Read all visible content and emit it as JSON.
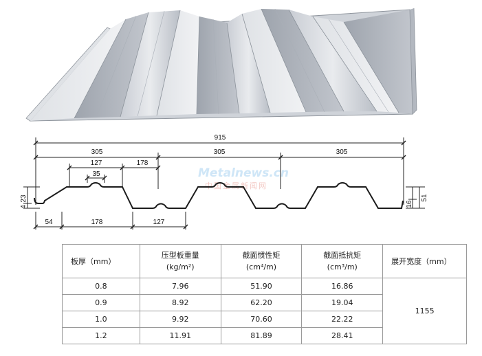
{
  "watermark": {
    "brand": "Metalnews.cn",
    "subtitle": "中国金属新闻网"
  },
  "dimensions": {
    "overall": "915",
    "pitch": [
      "305",
      "305",
      "305"
    ],
    "rib_top": "127",
    "rib_groove": "35",
    "valley_top": "178",
    "bottom": [
      "54",
      "178",
      "127"
    ],
    "left_heights": [
      "23",
      "4"
    ],
    "right_heights": [
      "16",
      "51"
    ]
  },
  "table": {
    "headers": [
      {
        "line1": "板厚（mm）",
        "line2": ""
      },
      {
        "line1": "压型板重量",
        "line2": "(kg/m²)"
      },
      {
        "line1": "截面惯性矩",
        "line2": "(cm⁴/m)"
      },
      {
        "line1": "截面抵抗矩",
        "line2": "(cm³/m)"
      },
      {
        "line1": "展开宽度（mm）",
        "line2": ""
      }
    ],
    "rows": [
      [
        "0.8",
        "7.96",
        "51.90",
        "16.86"
      ],
      [
        "0.9",
        "8.92",
        "62.20",
        "19.04"
      ],
      [
        "1.0",
        "9.92",
        "70.60",
        "22.22"
      ],
      [
        "1.2",
        "11.91",
        "81.89",
        "28.41"
      ]
    ],
    "span_value": "1155"
  }
}
